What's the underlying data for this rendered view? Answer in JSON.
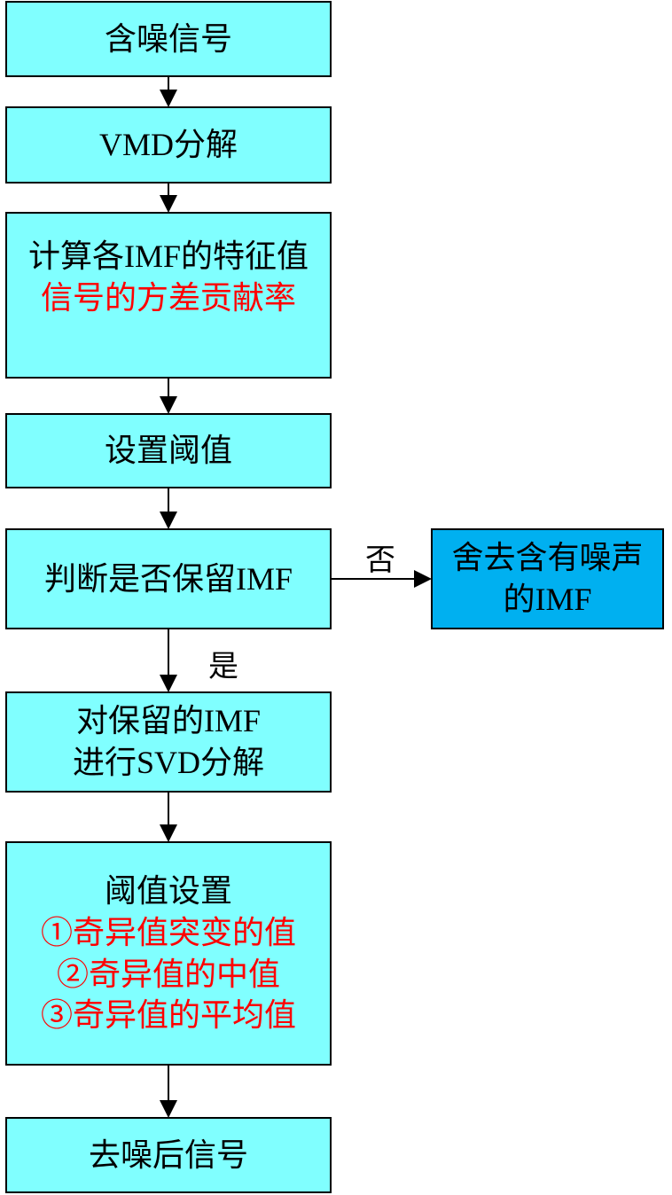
{
  "flowchart": {
    "nodes": [
      {
        "id": "noisy-signal",
        "lines": [
          {
            "text": "含噪信号",
            "color": "#000000"
          }
        ]
      },
      {
        "id": "vmd-decomposition",
        "lines": [
          {
            "text": "VMD分解",
            "color": "#000000"
          }
        ]
      },
      {
        "id": "compute-features",
        "lines": [
          {
            "text": "计算各IMF的特征值",
            "color": "#000000"
          },
          {
            "text": "信号的方差贡献率",
            "color": "#FF0000"
          }
        ]
      },
      {
        "id": "set-threshold",
        "lines": [
          {
            "text": "设置阈值",
            "color": "#000000"
          }
        ]
      },
      {
        "id": "decide-keep-imf",
        "lines": [
          {
            "text": "判断是否保留IMF",
            "color": "#000000"
          }
        ]
      },
      {
        "id": "discard-noisy-imf",
        "lines": [
          {
            "text": "舍去含有噪声",
            "color": "#000000"
          },
          {
            "text": "的IMF",
            "color": "#000000"
          }
        ]
      },
      {
        "id": "svd-decomposition",
        "lines": [
          {
            "text": "对保留的IMF",
            "color": "#000000"
          },
          {
            "text": "进行SVD分解",
            "color": "#000000"
          }
        ]
      },
      {
        "id": "threshold-options",
        "lines": [
          {
            "text": "阈值设置",
            "color": "#000000"
          },
          {
            "text": "①奇异值突变的值",
            "color": "#FF0000"
          },
          {
            "text": "②奇异值的中值",
            "color": "#FF0000"
          },
          {
            "text": "③奇异值的平均值",
            "color": "#FF0000"
          }
        ]
      },
      {
        "id": "denoised-signal",
        "lines": [
          {
            "text": "去噪后信号",
            "color": "#000000"
          }
        ]
      }
    ],
    "edge_labels": {
      "no": "否",
      "yes": "是"
    },
    "colors": {
      "process_fill": "#80FFFF",
      "discard_fill": "#00B0F0",
      "highlight_text": "#FF0000"
    }
  }
}
